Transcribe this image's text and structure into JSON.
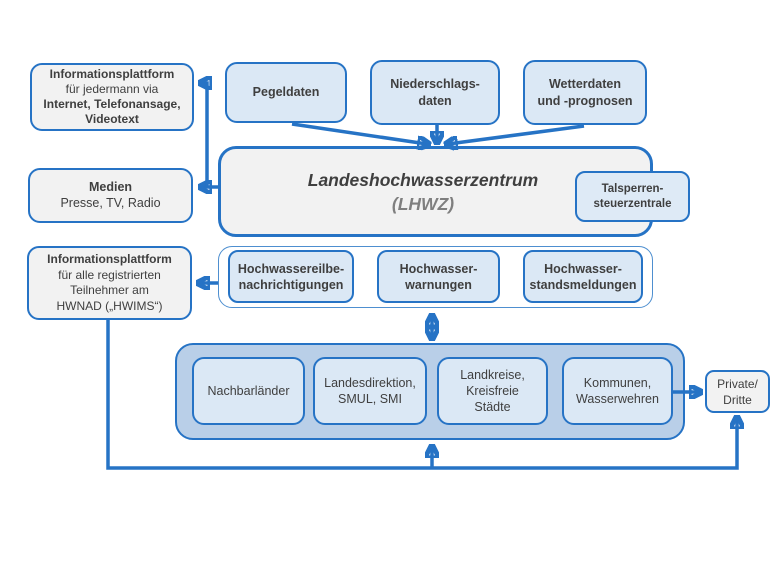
{
  "colors": {
    "accent_blue": "#2673c5",
    "light_blue_fill": "#dbe8f5",
    "container_blue_fill": "#b9cfe8",
    "gray_fill": "#f2f2f2",
    "text_dark": "#3f3f3f",
    "text_gray": "#7f7f7f"
  },
  "info_public": {
    "lines": [
      "Informationsplattform",
      "für jedermann via",
      "Internet, Telefonansage,",
      "Videotext"
    ]
  },
  "medien": {
    "lines": [
      "Medien",
      "Presse, TV, Radio"
    ]
  },
  "info_registered": {
    "lines": [
      "Informationsplattform",
      "für alle registrierten",
      "Teilnehmer am",
      "HWNAD („HWIMS“)"
    ]
  },
  "inputs": [
    {
      "lines": [
        "Pegeldaten",
        ""
      ]
    },
    {
      "lines": [
        "Niederschlags-",
        "daten"
      ]
    },
    {
      "lines": [
        "Wetterdaten",
        "und -prognosen"
      ]
    }
  ],
  "lhwz": {
    "title": "Landeshochwasserzentrum",
    "subtitle": "(LHWZ)"
  },
  "talsperren": {
    "lines": [
      "Talsperren-",
      "steuerzentrale"
    ]
  },
  "outputs": [
    {
      "lines": [
        "Hochwassereilbe-",
        "nachrichtigungen"
      ]
    },
    {
      "lines": [
        "Hochwasser-",
        "warnungen"
      ]
    },
    {
      "lines": [
        "Hochwasser-",
        "standsmeldungen"
      ]
    }
  ],
  "recipients": [
    {
      "lines": [
        "Nachbarländer",
        "",
        ""
      ]
    },
    {
      "lines": [
        "Landesdirektion,",
        "SMUL,  SMI",
        ""
      ]
    },
    {
      "lines": [
        "Landkreise,",
        "Kreisfreie",
        "Städte"
      ]
    },
    {
      "lines": [
        "Kommunen,",
        "Wasserwehren",
        ""
      ]
    }
  ],
  "private": {
    "lines": [
      "Private/",
      "Dritte"
    ]
  }
}
